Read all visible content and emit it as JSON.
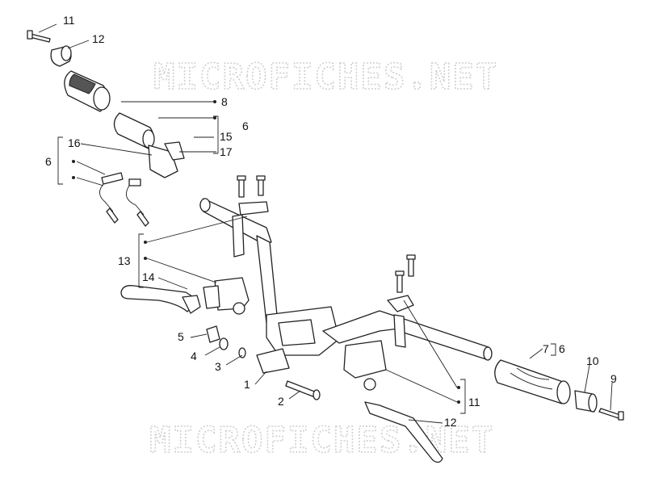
{
  "diagram": {
    "watermarks": [
      "MICROFICHES.NET",
      "MICROFICHES.NET"
    ],
    "labels": {
      "l11a": "11",
      "l12a": "12",
      "l8": "8",
      "l6a": "6",
      "l15": "15",
      "l17": "17",
      "l16": "16",
      "l6b": "6",
      "l13": "13",
      "l14": "14",
      "l5": "5",
      "l4": "4",
      "l3": "3",
      "l1": "1",
      "l2": "2",
      "l7": "7",
      "l6c": "6",
      "l10": "10",
      "l9": "9",
      "l11b": "11",
      "l12b": "12"
    }
  }
}
